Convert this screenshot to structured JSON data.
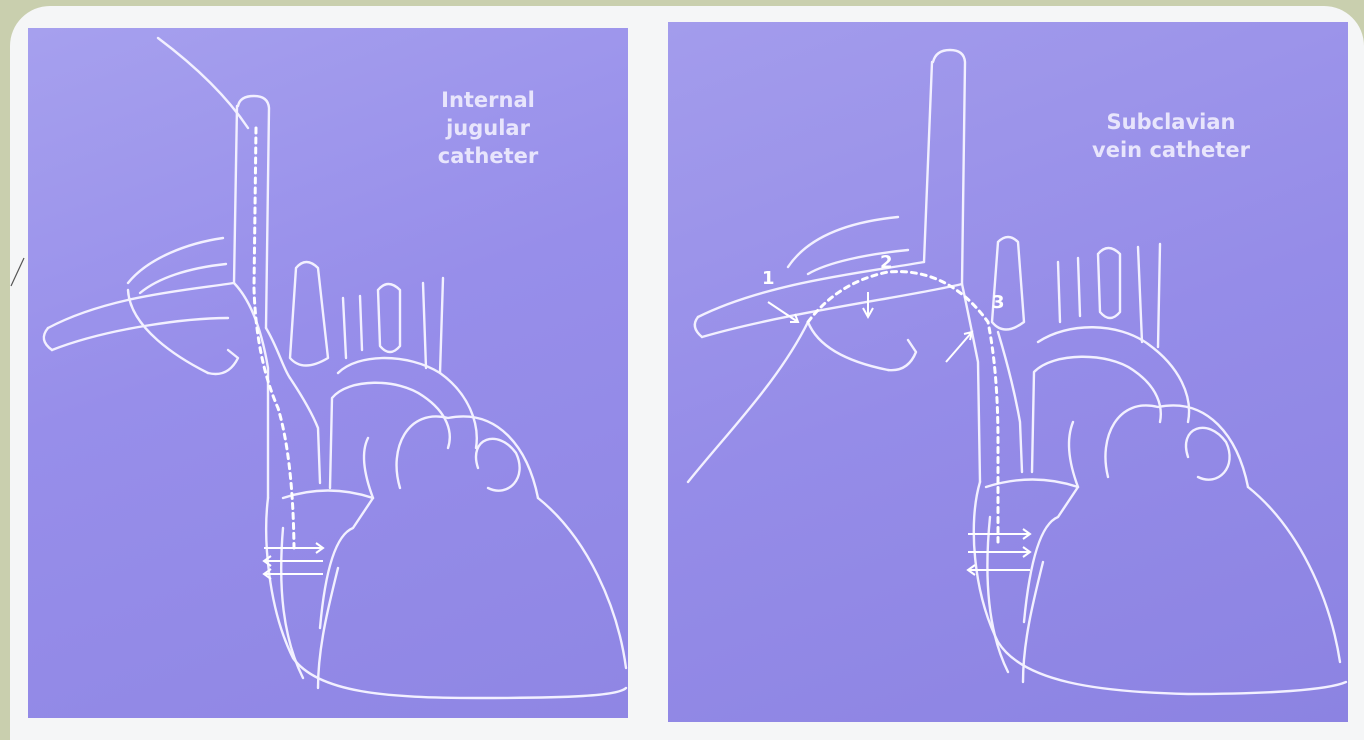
{
  "panels": [
    {
      "id": "internal-jugular",
      "title_lines": [
        "Internal",
        "jugular",
        "catheter"
      ]
    },
    {
      "id": "subclavian",
      "title_lines": [
        "Subclavian",
        "vein catheter"
      ],
      "site_labels": [
        "1",
        "2",
        "3"
      ]
    }
  ],
  "colors": {
    "slide_border": "#c9cfae",
    "slide_background": "#f5f6f7",
    "panel_fill": "#978eea",
    "line": "#f2f0ff"
  }
}
